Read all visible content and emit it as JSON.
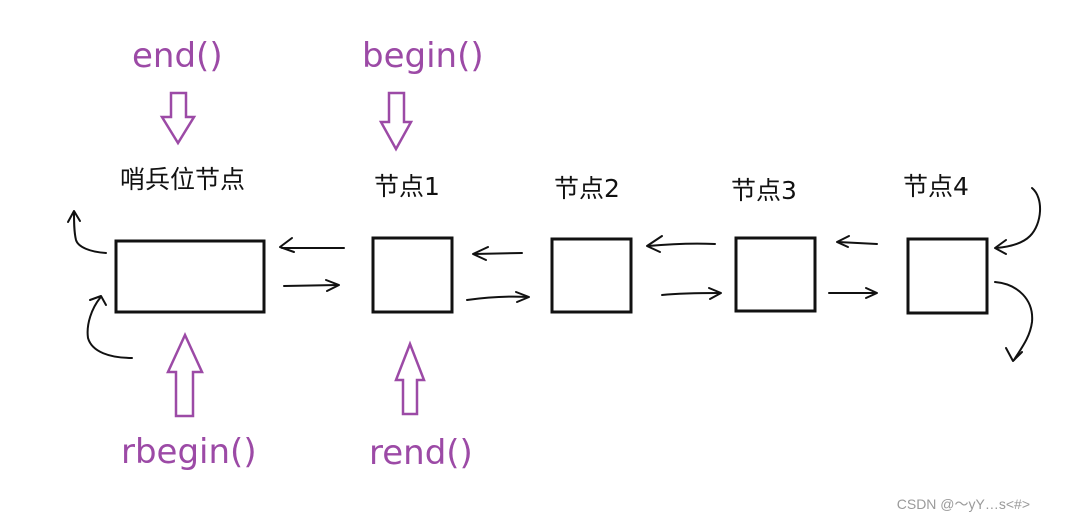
{
  "iterators": {
    "end": "end()",
    "begin": "begin()",
    "rbegin": "rbegin()",
    "rend": "rend()"
  },
  "nodes": {
    "sentinel": "哨兵位节点",
    "node1": "节点1",
    "node2": "节点2",
    "node3": "节点3",
    "node4": "节点4"
  },
  "watermark": "CSDN @～yY…s<#>",
  "colors": {
    "iterator": "#9c4aa6",
    "ink": "#111111",
    "background": "#ffffff"
  }
}
